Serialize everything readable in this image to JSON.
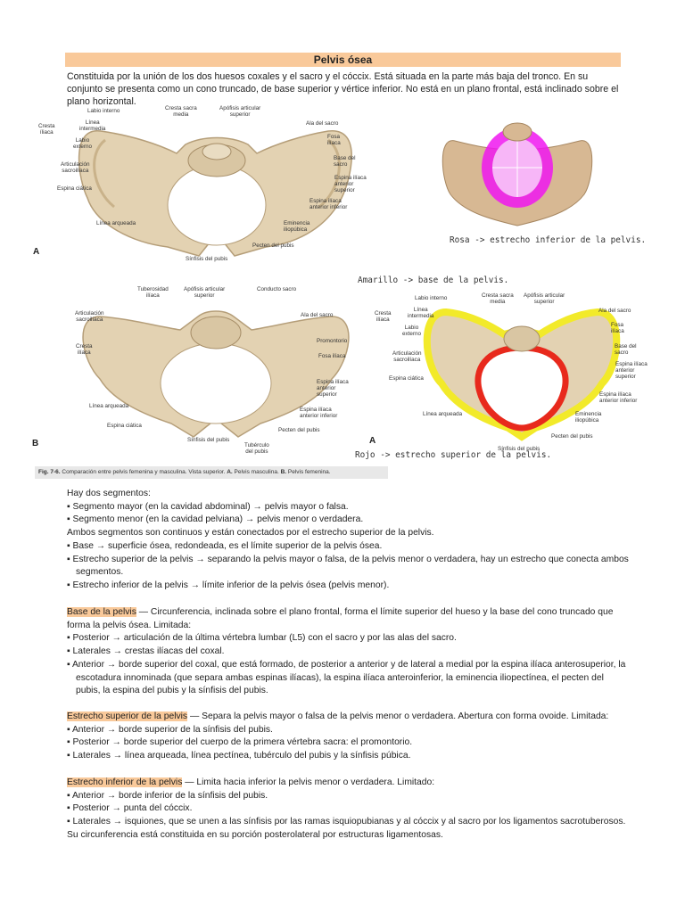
{
  "title": "Pelvis ósea",
  "intro": "Constituida por la unión de los dos huesos coxales y el sacro y el cóccix. Está situada en la parte más baja del tronco. En su conjunto se presenta como un cono truncado, de base superior y vértice inferior. No está en un plano frontal, está inclinado sobre el plano horizontal.",
  "figA": {
    "letter": "A",
    "labels": {
      "labio_interno": "Labio interno",
      "cresta_iliaca": "Cresta\níliaca",
      "linea_intermedia": "Línea\nintermedia",
      "labio_externo": "Labio\nexterno",
      "articulacion": "Articulación\nsacroilíaca",
      "espina_ciatica": "Espina ciática",
      "linea_arqueada": "Línea arqueada",
      "sinfisis": "Sínfisis del pubis",
      "cresta_sacra": "Cresta sacra\nmedia",
      "apofisis": "Apófisis articular\nsuperior",
      "ala_sacro": "Ala del sacro",
      "fosa_iliaca": "Fosa\nilíaca",
      "base_sacro": "Base del\nsacro",
      "espina_ant_sup": "Espina ilíaca\nanterior\nsuperior",
      "espina_ant_inf": "Espina ilíaca\nanterior inferior",
      "eminencia": "Eminencia\niliopúbica",
      "pecten": "Pecten del pubis"
    }
  },
  "figRosa": {
    "caption": "Rosa -> estrecho inferior de la pelvis."
  },
  "figB": {
    "letter": "B",
    "labels": {
      "tuberosidad": "Tuberosidad\nilíaca",
      "apofisis": "Apófisis articular\nsuperior",
      "conducto": "Conducto sacro",
      "articulacion": "Articulación\nsacroilíaca",
      "cresta": "Cresta\nilíaca",
      "ala_sacro": "Ala del sacro",
      "promontorio": "Promontorio",
      "fosa_iliaca": "Fosa ilíaca",
      "espina_ant_sup": "Espina ilíaca\nanterior\nsuperior",
      "espina_ant_inf": "Espina ilíaca\nanterior inferior",
      "linea_arqueada": "Línea arqueada",
      "espina_ciatica": "Espina ciática",
      "sinfisis": "Sínfisis del pubis",
      "tuberculo": "Tubérculo\ndel pubis",
      "pecten": "Pecten del pubis"
    }
  },
  "figColor": {
    "letter": "A",
    "caption_top": "Amarillo -> base de la pelvis.",
    "caption_bottom": "Rojo -> estrecho superior de la pelvis.",
    "labels": {
      "labio_interno": "Labio interno",
      "cresta": "Cresta\nilíaca",
      "linea_intermedia": "Línea\nintermedia",
      "labio_externo": "Labio\nexterno",
      "articulacion": "Articulación\nsacroilíaca",
      "espina_ciatica": "Espina ciática",
      "linea_arqueada": "Línea arqueada",
      "cresta_sacra": "Cresta sacra\nmedia",
      "apofisis": "Apófisis articular\nsuperior",
      "ala_sacro": "Ala del sacro",
      "fosa": "Fosa\nilíaca",
      "base_sacro": "Base del\nsacro",
      "espina_ant_sup": "Espina ilíaca\nanterior\nsuperior",
      "espina_ant_inf": "Espina ilíaca\nanterior inferior",
      "eminencia": "Eminencia\niliopúbica",
      "pecten": "Pecten del pubis",
      "sinfisis": "Sínfisis del pubis"
    }
  },
  "fig_caption": {
    "num": "Fig. 7-6.",
    "text": " Comparación entre pelvis femenina y masculina. Vista superior. ",
    "a": "A.",
    "a_text": " Pelvis masculina. ",
    "b": "B.",
    "b_text": " Pelvis femenina."
  },
  "segments": {
    "intro": "Hay dos segmentos:",
    "b1": "▪ Segmento mayor (en la cavidad abdominal) → pelvis mayor o falsa.",
    "b2": "▪ Segmento menor (en la cavidad pelviana) → pelvis menor o verdadera.",
    "p2": "Ambos segmentos son continuos y están conectados por el estrecho superior de la pelvis.",
    "b3": "▪ Base → superficie ósea, redondeada, es el límite superior de la pelvis ósea.",
    "b4": "▪ Estrecho superior de la pelvis → separando la pelvis mayor o falsa, de la pelvis menor o verdadera, hay un estrecho que conecta ambos segmentos.",
    "b5": "▪ Estrecho inferior de la pelvis → límite inferior de la pelvis ósea (pelvis menor)."
  },
  "base": {
    "term": "Base de la pelvis",
    "text": " — Circunferencia, inclinada sobre el plano frontal, forma el límite superior del hueso y la base del cono truncado que forma la pelvis ósea. Limitada:",
    "b1": "▪ Posterior → articulación de la última vértebra lumbar (L5) con el sacro y por las alas del sacro.",
    "b2": "▪ Laterales → crestas ilíacas del coxal.",
    "b3": "▪ Anterior → borde superior del coxal, que está formado, de posterior a anterior y de lateral a medial por la espina ilíaca anterosuperior, la escotadura innominada (que separa ambas espinas ilíacas), la espina ilíaca anteroinferior, la eminencia iliopectínea, el pecten del pubis, la espina del pubis y la sínfisis del pubis."
  },
  "superior": {
    "term": "Estrecho superior de la pelvis",
    "text": " — Separa la pelvis mayor o falsa de la pelvis menor o verdadera. Abertura con forma ovoide. Limitada:",
    "b1": "▪ Anterior → borde superior de la sínfisis del pubis.",
    "b2": "▪ Posterior → borde superior del cuerpo de la primera vértebra sacra: el promontorio.",
    "b3": "▪ Laterales → línea arqueada, línea pectínea, tubérculo del pubis y la sínfisis púbica."
  },
  "inferior": {
    "term": "Estrecho inferior de la pelvis",
    "text": " — Limita hacia inferior la pelvis menor o verdadera. Limitado:",
    "b1": "▪ Anterior → borde inferior de la sínfisis del pubis.",
    "b2": "▪ Posterior → punta del cóccix.",
    "b3": "▪ Laterales → isquiones, que se unen a las sínfisis por las ramas isquiopubianas y al cóccix y al sacro por los ligamentos sacrotuberosos.",
    "p": "Su circunferencia está constituida en su porción posterolateral por estructuras ligamentosas."
  },
  "colors": {
    "bone": "#e3d2b2",
    "bone_dark": "#b59e79",
    "highlight": "#f9c99a",
    "yellow": "#f2ea2a",
    "red": "#e8291c",
    "magenta": "#f016f0"
  }
}
